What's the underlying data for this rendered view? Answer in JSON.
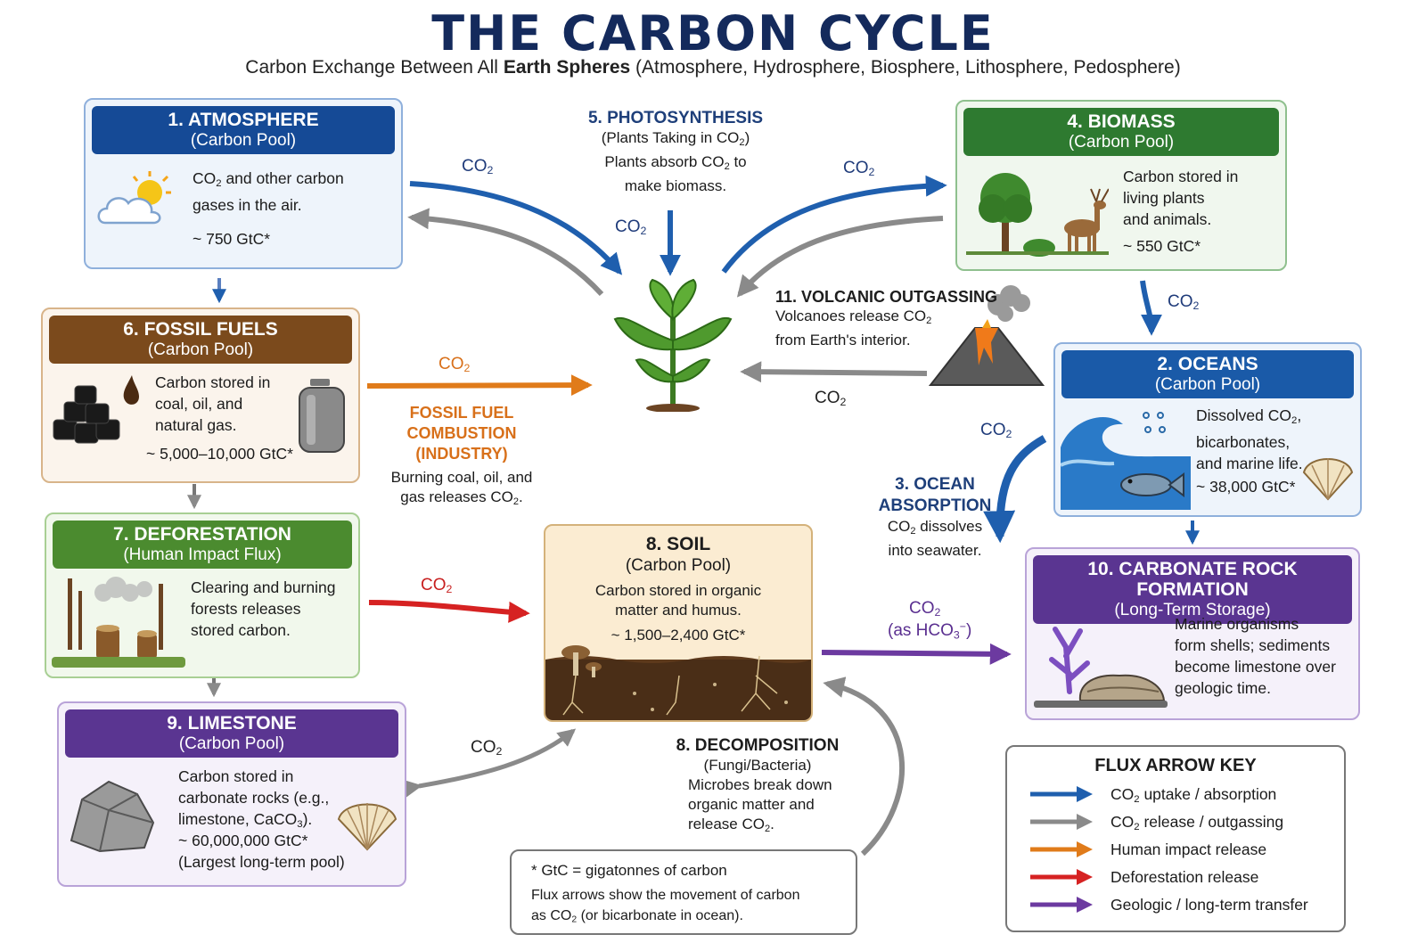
{
  "header": {
    "title": "THE CARBON CYCLE",
    "subtitle_pre": "Carbon Exchange Between All ",
    "subtitle_bold": "Earth Spheres",
    "subtitle_post": " (Atmosphere, Hydrosphere, Biosphere, Lithosphere, Pedosphere)"
  },
  "colors": {
    "atmosphere": "#154a96",
    "biomass": "#2e7a30",
    "fossil": "#7b4a1c",
    "deforestation": "#4b8b2f",
    "limestone": "#5a3591",
    "ocean": "#1a5aa8",
    "soil": "#c49a5c",
    "uptake": "#1f5fae",
    "release": "#8a8a8a",
    "human": "#e07b1a",
    "deforest_arrow": "#d62222",
    "geologic": "#6c3aa0"
  },
  "atmosphere": {
    "title": "1. ATMOSPHERE",
    "subtitle": "(Carbon Pool)",
    "line1_pre": "CO",
    "line1_sub": "2",
    "line1_post": " and other carbon",
    "line2": "gases in the air.",
    "amount": "~ 750 GtC*"
  },
  "biomass": {
    "title": "4. BIOMASS",
    "subtitle": "(Carbon Pool)",
    "lines": [
      "Carbon stored in",
      "living plants",
      "and animals."
    ],
    "amount": "~ 550 GtC*"
  },
  "fossil": {
    "title": "6. FOSSIL FUELS",
    "subtitle": "(Carbon Pool)",
    "lines": [
      "Carbon stored in",
      "coal, oil, and",
      "natural gas."
    ],
    "amount": "~ 5,000–10,000 GtC*"
  },
  "deforestation": {
    "title": "7. DEFORESTATION",
    "subtitle": "(Human Impact Flux)",
    "lines": [
      "Clearing and burning",
      "forests releases",
      "stored carbon."
    ]
  },
  "limestone": {
    "title": "9. LIMESTONE",
    "subtitle": "(Carbon Pool)",
    "line1": "Carbon stored in",
    "line2": "carbonate rocks (e.g.,",
    "line3_pre": "limestone, CaCO",
    "line3_sub": "3",
    "line3_post": ").",
    "amount": "~ 60,000,000 GtC*",
    "note": "(Largest long-term pool)"
  },
  "soil": {
    "title": "8. SOIL",
    "subtitle": "(Carbon Pool)",
    "lines": [
      "Carbon stored in organic",
      "matter and humus."
    ],
    "amount": "~ 1,500–2,400 GtC*"
  },
  "oceans": {
    "title": "2. OCEANS",
    "subtitle": "(Carbon Pool)",
    "line1_pre": "Dissolved CO",
    "line1_sub": "2",
    "line1_post": ",",
    "line2": "bicarbonates,",
    "line3": "and marine life.",
    "amount": "~ 38,000 GtC*"
  },
  "carbonate": {
    "title": "10. CARBONATE ROCK FORMATION",
    "subtitle": "(Long-Term Storage)",
    "lines": [
      "Marine organisms",
      "form shells; sediments",
      "become limestone over",
      "geologic time."
    ]
  },
  "photosynthesis": {
    "title": "5. PHOTOSYNTHESIS",
    "sub_pre": "(Plants Taking in CO",
    "sub_sub": "2",
    "sub_post": ")",
    "line1_pre": "Plants absorb CO",
    "line1_sub": "2",
    "line1_post": " to",
    "line2": "make biomass."
  },
  "volcanic": {
    "title": "11. VOLCANIC OUTGASSING",
    "line1_pre": "Volcanoes release CO",
    "line1_sub": "2",
    "line2": "from Earth's interior."
  },
  "combustion": {
    "title1": "FOSSIL FUEL",
    "title2": "COMBUSTION",
    "title3": "(INDUSTRY)",
    "line1": "Burning coal, oil, and",
    "line2_pre": "gas releases CO",
    "line2_sub": "2",
    "line2_post": "."
  },
  "ocean_absorption": {
    "title1": "3. OCEAN",
    "title2": "ABSORPTION",
    "line1_pre": "CO",
    "line1_sub": "2",
    "line1_post": " dissolves",
    "line2": "into seawater."
  },
  "decomposition": {
    "title": "8. DECOMPOSITION",
    "subtitle": "(Fungi/Bacteria)",
    "line1": "Microbes break down",
    "line2": "organic matter and",
    "line3_pre": "release CO",
    "line3_sub": "2",
    "line3_post": "."
  },
  "flux_labels": {
    "co": "CO",
    "two": "2",
    "hco3_pre": "(as HCO",
    "hco3_sub": "3",
    "hco3_sup": "−",
    "hco3_post": ")"
  },
  "footnote": {
    "line1": "* GtC = gigatonnes of carbon",
    "line2": "Flux arrows show the movement of carbon",
    "line3_pre": "as CO",
    "line3_sub": "2",
    "line3_post": " (or bicarbonate in ocean)."
  },
  "legend": {
    "title": "FLUX ARROW KEY",
    "items": [
      {
        "pre": "CO",
        "sub": "2",
        "post": " uptake / absorption",
        "color": "#1f5fae"
      },
      {
        "pre": "CO",
        "sub": "2",
        "post": " release / outgassing",
        "color": "#8a8a8a"
      },
      {
        "pre": "",
        "sub": "",
        "post": "Human impact release",
        "color": "#e07b1a"
      },
      {
        "pre": "",
        "sub": "",
        "post": "Deforestation release",
        "color": "#d62222"
      },
      {
        "pre": "",
        "sub": "",
        "post": "Geologic / long-term transfer",
        "color": "#6c3aa0"
      }
    ]
  }
}
